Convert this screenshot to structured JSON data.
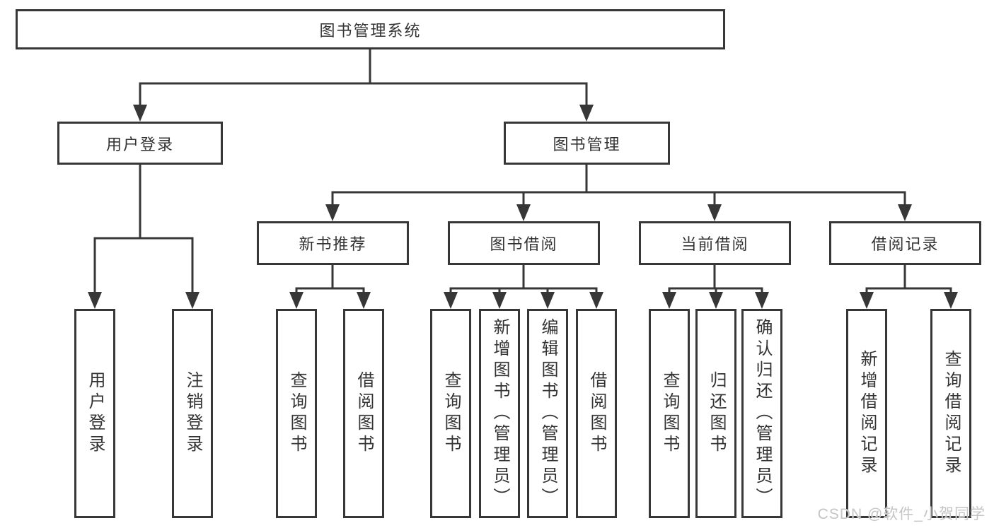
{
  "diagram": {
    "type": "hierarchy-tree",
    "root": {
      "label": "图书管理系统"
    },
    "branches": [
      {
        "label": "用户登录",
        "children": [
          {
            "label": "用户登录"
          },
          {
            "label": "注销登录"
          }
        ]
      },
      {
        "label": "图书管理",
        "children": [
          {
            "label": "新书推荐",
            "children": [
              {
                "label": "查询图书"
              },
              {
                "label": "借阅图书"
              }
            ]
          },
          {
            "label": "图书借阅",
            "children": [
              {
                "label": "查询图书"
              },
              {
                "label": "新增图书（管理员）"
              },
              {
                "label": "编辑图书（管理员）"
              },
              {
                "label": "借阅图书"
              }
            ]
          },
          {
            "label": "当前借阅",
            "children": [
              {
                "label": "查询图书"
              },
              {
                "label": "归还图书"
              },
              {
                "label": "确认归还（管理员）"
              }
            ]
          },
          {
            "label": "借阅记录",
            "children": [
              {
                "label": "新增借阅记录"
              },
              {
                "label": "查询借阅记录"
              }
            ]
          }
        ]
      }
    ]
  },
  "watermark": {
    "text": "CSDN @软件_小贺同学"
  },
  "colors": {
    "line": "#373737",
    "text": "#333333",
    "box_background": "#ffffff",
    "watermark": "#c6c4c4",
    "background": "#ffffff"
  }
}
